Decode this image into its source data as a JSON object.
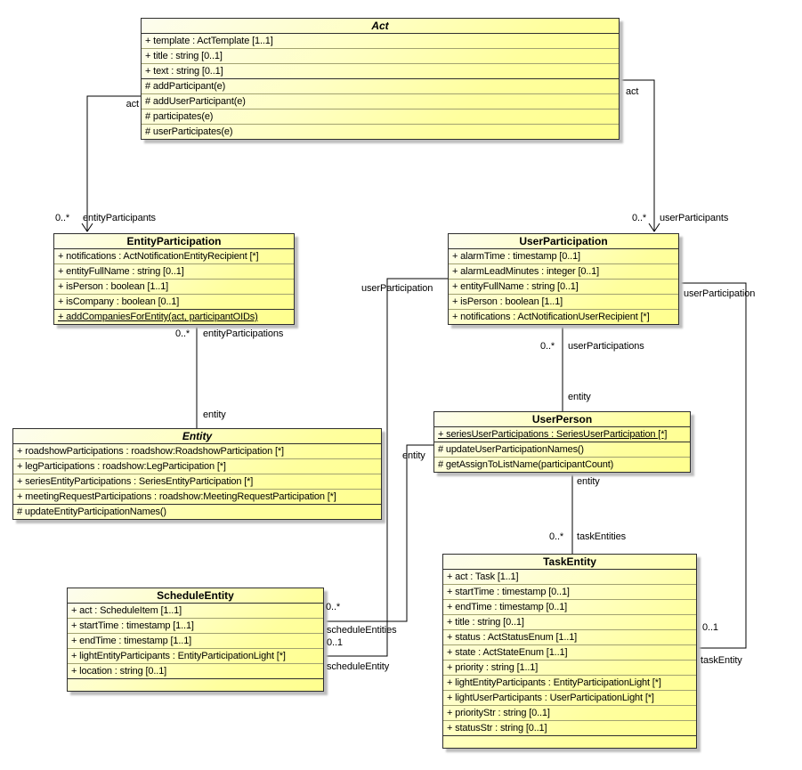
{
  "diagram": {
    "kind": "uml-class-diagram",
    "background_color": "#ffffff",
    "class_fill_top": "#fdfdee",
    "class_fill_bottom": "#ffff8e",
    "border_color": "#2e2e2e",
    "edge_color": "#000000",
    "shadow_color": "#bdbdbd",
    "text_color": "#000000"
  },
  "classes": {
    "act": {
      "name": "Act",
      "abstract": true,
      "attributes": [
        "+ template : ActTemplate [1..1]",
        "+ title : string [0..1]",
        "+ text : string [0..1]"
      ],
      "operations": [
        "# addParticipant(e)",
        "# addUserParticipant(e)",
        "# participates(e)",
        "# userParticipates(e)"
      ]
    },
    "entityParticipation": {
      "name": "EntityParticipation",
      "abstract": false,
      "attributes": [
        "+ notifications : ActNotificationEntityRecipient [*]",
        "+ entityFullName : string [0..1]",
        "+ isPerson : boolean [1..1]",
        "+ isCompany : boolean [0..1]"
      ],
      "operations": [
        "+ addCompaniesForEntity(act, participantOIDs)"
      ]
    },
    "userParticipation": {
      "name": "UserParticipation",
      "abstract": false,
      "attributes": [
        "+ alarmTime : timestamp [0..1]",
        "+ alarmLeadMinutes : integer [0..1]",
        "+ entityFullName : string [0..1]",
        "+ isPerson : boolean [1..1]",
        "+ notifications : ActNotificationUserRecipient [*]"
      ],
      "operations": []
    },
    "entity": {
      "name": "Entity",
      "abstract": true,
      "attributes": [
        "+ roadshowParticipations : roadshow:RoadshowParticipation [*]",
        "+ legParticipations : roadshow:LegParticipation [*]",
        "+ seriesEntityParticipations : SeriesEntityParticipation [*]",
        "+ meetingRequestParticipations : roadshow:MeetingRequestParticipation [*]"
      ],
      "operations": [
        "# updateEntityParticipationNames()"
      ]
    },
    "userPerson": {
      "name": "UserPerson",
      "abstract": false,
      "attributes": [
        "+ seriesUserParticipations : SeriesUserParticipation [*]"
      ],
      "operations": [
        "# updateUserParticipationNames()",
        "# getAssignToListName(participantCount)"
      ]
    },
    "scheduleEntity": {
      "name": "ScheduleEntity",
      "abstract": false,
      "attributes": [
        "+ act : ScheduleItem [1..1]",
        "+ startTime : timestamp [1..1]",
        "+ endTime : timestamp [1..1]",
        "+ lightEntityParticipants : EntityParticipationLight [*]",
        "+ location : string [0..1]"
      ],
      "operations": []
    },
    "taskEntity": {
      "name": "TaskEntity",
      "abstract": false,
      "attributes": [
        "+ act : Task [1..1]",
        "+ startTime : timestamp [0..1]",
        "+ endTime : timestamp [0..1]",
        "+ title : string [0..1]",
        "+ status : ActStatusEnum [1..1]",
        "+ state : ActStateEnum [1..1]",
        "+ priority : string [1..1]",
        "+ lightEntityParticipants : EntityParticipationLight [*]",
        "+ lightUserParticipants : UserParticipationLight [*]",
        "+ priorityStr : string [0..1]",
        "+ statusStr : string [0..1]"
      ],
      "operations": []
    }
  },
  "associations": [
    {
      "from": "Act",
      "to": "EntityParticipation",
      "source_role": "act",
      "target_mult": "0..*",
      "target_role": "entityParticipants",
      "arrow": "open"
    },
    {
      "from": "Act",
      "to": "UserParticipation",
      "source_role": "act",
      "target_mult": "0..*",
      "target_role": "userParticipants",
      "arrow": "open"
    },
    {
      "from": "EntityParticipation",
      "to": "Entity",
      "source_mult": "0..*",
      "source_role": "entityParticipations",
      "target_role": "entity",
      "arrow": "none"
    },
    {
      "from": "UserParticipation",
      "to": "UserPerson",
      "source_mult": "0..*",
      "source_role": "userParticipations",
      "target_role": "entity",
      "arrow": "none"
    },
    {
      "from": "UserPerson",
      "to": "TaskEntity",
      "source_role": "entity",
      "target_mult": "0..*",
      "target_role": "taskEntities",
      "arrow": "none"
    },
    {
      "from": "UserPerson",
      "to": "ScheduleEntity",
      "source_role": "entity",
      "target_mult": "0..*",
      "target_role": "scheduleEntities",
      "arrow": "none"
    },
    {
      "from": "UserParticipation",
      "to": "ScheduleEntity",
      "source_role": "userParticipation",
      "target_mult": "0..1",
      "target_role": "scheduleEntity",
      "arrow": "none"
    },
    {
      "from": "UserParticipation",
      "to": "TaskEntity",
      "source_role": "userParticipation",
      "target_mult": "0..1",
      "target_role": "taskEntity",
      "arrow": "none"
    }
  ]
}
